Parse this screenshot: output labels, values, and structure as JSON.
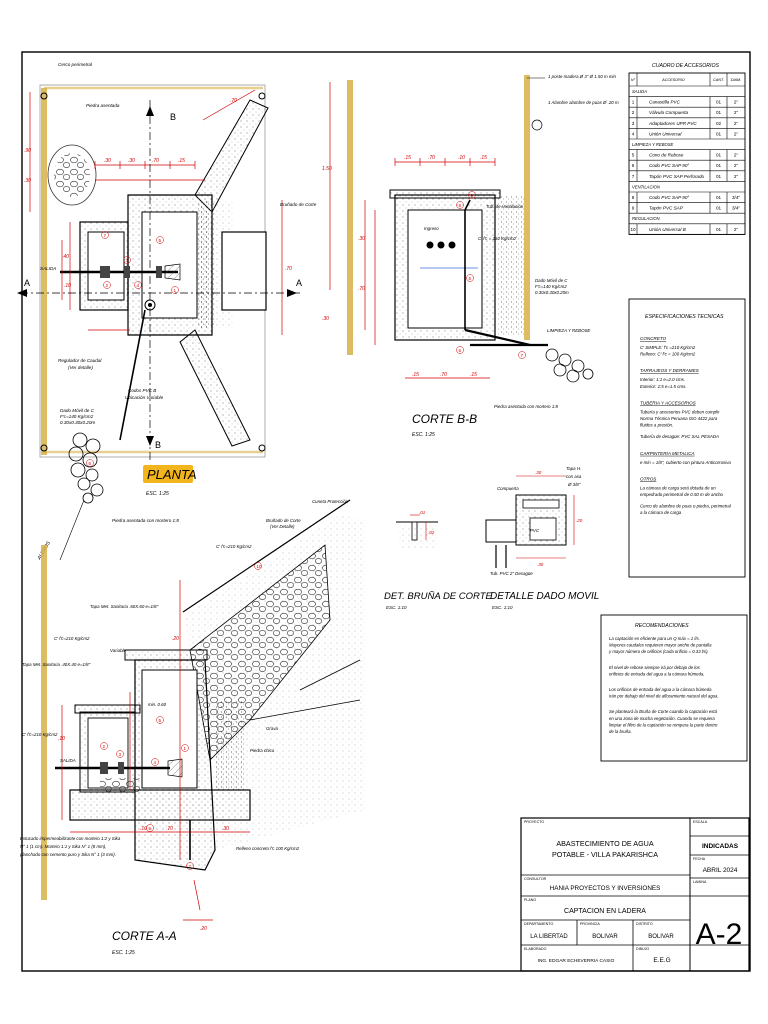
{
  "views": {
    "planta": {
      "title": "PLANTA",
      "scale": "ESC. 1:25"
    },
    "corte_bb": {
      "title": "CORTE B-B",
      "scale": "ESC. 1:25"
    },
    "corte_aa": {
      "title": "CORTE A-A",
      "scale": "ESC. 1:25"
    },
    "bruna": {
      "title": "DET. BRUÑA DE CORTE",
      "scale": "ESC. 1:10"
    },
    "dado": {
      "title": "DETALLE DADO MOVIL",
      "scale": "ESC. 1:10"
    }
  },
  "planta_labels": {
    "cerco": "Cerco perimetral",
    "piedra_asentada": "Piedra asentada",
    "brunado": "Bruñado de Corte",
    "salida": "SALIDA",
    "regulador": "Regulador de Caudal",
    "ver_detalle": "(Ver detalle)",
    "codo": "Codos PVC B",
    "ubicacion": "Ubicación Variable",
    "dado_movil": "Dado Móvil de C",
    "dado_fc": "F'c=140 Kg/cm2",
    "dado_dim": "0.30x0.30x0.20m",
    "piedra_mortero": "Piedra asentada con mortero 1:8",
    "aleros": "ALEROS",
    "sec_a": "A",
    "sec_b": "B"
  },
  "bb_labels": {
    "poste": "1 poste madera Ø 3\" Ø 1.50 m min",
    "alambre": "1 Alambre alambre de puas Ø .20 m",
    "tubo_vent": "Tub. de Ventilación",
    "concreto": "C' f'c = 210 Kg/cm2",
    "ingreso": "Ingreso",
    "limpieza": "LIMPIEZA Y REBOSE",
    "dado": "Dado Móvil de C",
    "dado_fc": "F'c=140 Kg/cm2",
    "dado_dim": "0.30x0.30x0.20m",
    "piedra": "Piedra asentada con mortero 1:8"
  },
  "aa_labels": {
    "cuneta": "Cuneta Protección",
    "brunado": "Bruñado de Corte",
    "ver_detalle": "(Ver Detalle)",
    "cfc1": "C' f'c=210 Kg/cm2",
    "tapa1": "Tapa Met. Sanitaria .60X.60 e=1/8\"",
    "cfc2": "C' f'c=210 Kg/cm2",
    "tapa2": "Tapa Met. Sanitaria .40X.40 e=1/8\"",
    "cfc3": "C' f'c=210 Kg/cm2",
    "variable": "Variable",
    "salida": "SALIDA",
    "grava": "Grava",
    "piedra_chica": "Piedra chica",
    "min": "min. 0.60",
    "relleno": "Relleno concreto f'c 100 Kg/cm2",
    "estucado1": "Estucado impermeabilizante con mortero 1:2 y Sika",
    "estucado2": "N° 1 (1 cm). Mortero 1:1 y Sika N° 1 (8 mm),",
    "estucado3": "planchado con cemento puro y Sika N° 1 (3 mm)."
  },
  "dado_labels": {
    "compuerta": "Compuerta",
    "tapa": "Tapa H.",
    "con_asa": "con asa",
    "asa": "Ø 3/8\"",
    "pvc": "PVC",
    "tubo": "Tub. PVC 2\" Desagüe"
  },
  "accessories": {
    "title": "CUADRO DE ACCESORIOS",
    "headers": [
      "N°",
      "ACCESORIO",
      "CANT.",
      "DIAM."
    ],
    "groups": [
      {
        "name": "SALIDA",
        "rows": [
          [
            "1",
            "Canastilla PVC",
            "01",
            "2\""
          ],
          [
            "2",
            "Válvula Compuerta",
            "01",
            "2\""
          ],
          [
            "3",
            "Adaptadores UPR PVC",
            "02",
            "2\""
          ],
          [
            "4",
            "Unión Universal",
            "01",
            "2\""
          ]
        ]
      },
      {
        "name": "LIMPIEZA Y REBOSE",
        "rows": [
          [
            "5",
            "Cono de Rebose",
            "01",
            "2\""
          ],
          [
            "6",
            "Codo PVC SAP 90°",
            "01",
            "2\""
          ],
          [
            "7",
            "Tapón PVC SAP Perforado",
            "01",
            "2\""
          ]
        ]
      },
      {
        "name": "VENTILACION",
        "rows": [
          [
            "8",
            "Codo PVC SAP 90°",
            "01",
            "3/4\""
          ],
          [
            "9",
            "Tapón PVC SAP",
            "01",
            "3/4\""
          ]
        ]
      },
      {
        "name": "REGULACION",
        "rows": [
          [
            "10",
            "Unión Universal B",
            "01",
            "2\""
          ]
        ]
      }
    ]
  },
  "specs": {
    "title": "ESPECIFICACIONES TECNICAS",
    "sections": [
      {
        "head": "CONCRETO",
        "lines": [
          "C' SIMPLE: f'c =210 Kg/cm2",
          "Relleno: C' f'c = 100 Kg/cm2"
        ]
      },
      {
        "head": "TARRAJEOS Y DERRAMES",
        "lines": [
          "Interior: 1:1 e=2.0 cms.",
          "Exterior: 1:5 e=1.5 cms."
        ]
      },
      {
        "head": "TUBERIA Y ACCESORIOS",
        "lines": [
          "Tubería y accesorios PVC deben cumplir",
          "Norma Técnica Peruana ISO 4422 para",
          "fluidos a presión.",
          "",
          "Tubería de desagüe: PVC SAL PESADA"
        ]
      },
      {
        "head": "CARPINTERIA METALICA",
        "lines": [
          "e min = 1/8\", cubierto con pintura Anticorrosiva"
        ]
      },
      {
        "head": "OTROS",
        "lines": [
          "La cámara de carga será dotada de un",
          "empedrado perimetral de 0.50 m de ancho",
          "",
          "Cerco de alambre de puas o piedra, perimetral",
          "a la cámara de carga"
        ]
      }
    ]
  },
  "recommendations": {
    "title": "RECOMENDACIONES",
    "paragraphs": [
      [
        "La captación es eficiente para un Q máx = 1 l/s.",
        "Mayores caudales requieren mayor ancho de pantalla",
        "y mayor número de orificios (cada orificio = 0.33 l/s)."
      ],
      [
        "El nivel de rebose siempre irá por debajo de los",
        "orificios de entrada del agua a la cámara húmeda."
      ],
      [
        "Los orificios de entrada del agua a la cámara húmeda",
        "irán por debajo del nivel de afloramiento natural del agua."
      ],
      [
        "Se planteará la Bruña de Corte cuando la captación está",
        "en una zona de mucha vegetación. Cuando se requiera",
        "limpiar el filtro de la captación se rompera la parte dentro",
        "de la bruña."
      ]
    ]
  },
  "title_block": {
    "proyecto_label": "PROYECTO",
    "proyecto_l1": "ABASTECIMIENTO DE AGUA",
    "proyecto_l2": "POTABLE - VILLA PAKARISHCA",
    "escala_label": "ESCALA",
    "escala": "INDICADAS",
    "fecha_label": "FECHA",
    "fecha": "ABRIL 2024",
    "consultor_label": "CONSULTOR",
    "consultor": "HANIA PROYECTOS Y INVERSIONES",
    "plano_label": "PLANO",
    "plano": "CAPTACION EN LADERA",
    "lamina_label": "LAMINA",
    "lamina": "A-2",
    "dept_label": "DEPARTAMENTO",
    "dept": "LA LIBERTAD",
    "prov_label": "PROVINCIA",
    "prov": "BOLIVAR",
    "dist_label": "DISTRITO",
    "dist": "BOLIVAR",
    "elab_label": "ELABORADO",
    "elab": "ING. EDGAR ECHEVERRIA CASIO",
    "dibujo_label": "DIBUJO",
    "dibujo": "E.E.G"
  }
}
